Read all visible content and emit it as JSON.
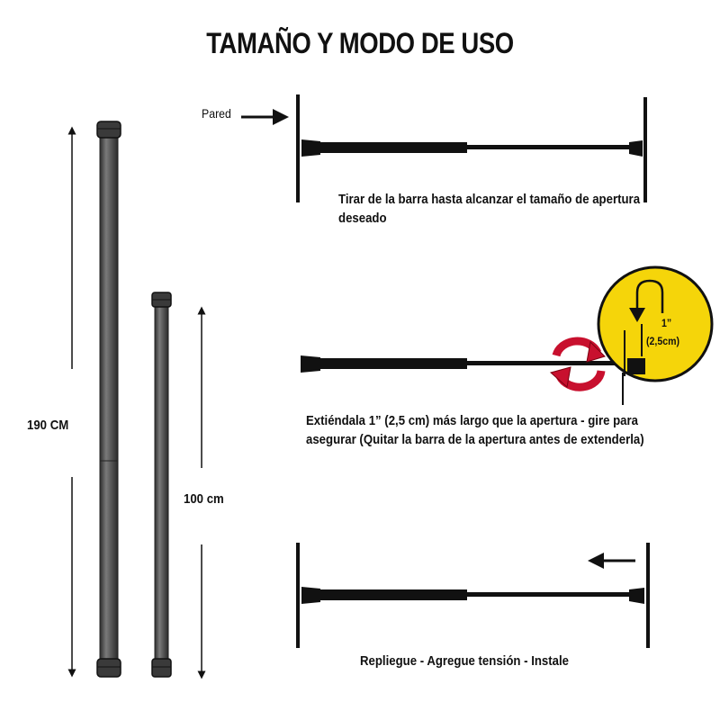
{
  "title": "TAMAÑO Y MODO DE USO",
  "wall_label": "Pared",
  "tall_rod_label": "190 CM",
  "short_rod_label": "100 cm",
  "step1_text": "Tirar de la barra hasta alcanzar el tamaño de apertura deseado",
  "step2_text": "Extiéndala 1” (2,5 cm) más largo que la apertura - gire para asegurar (Quitar  la barra de la apertura antes de extenderla)",
  "step3_text": "Repliegue - Agregue tensión - Instale",
  "detail_label_inch": "1”",
  "detail_label_cm": "(2,5cm)",
  "colors": {
    "detail_circle": "#f5d50a",
    "rotate_arrow": "#c8102e",
    "rod": "#555555"
  }
}
